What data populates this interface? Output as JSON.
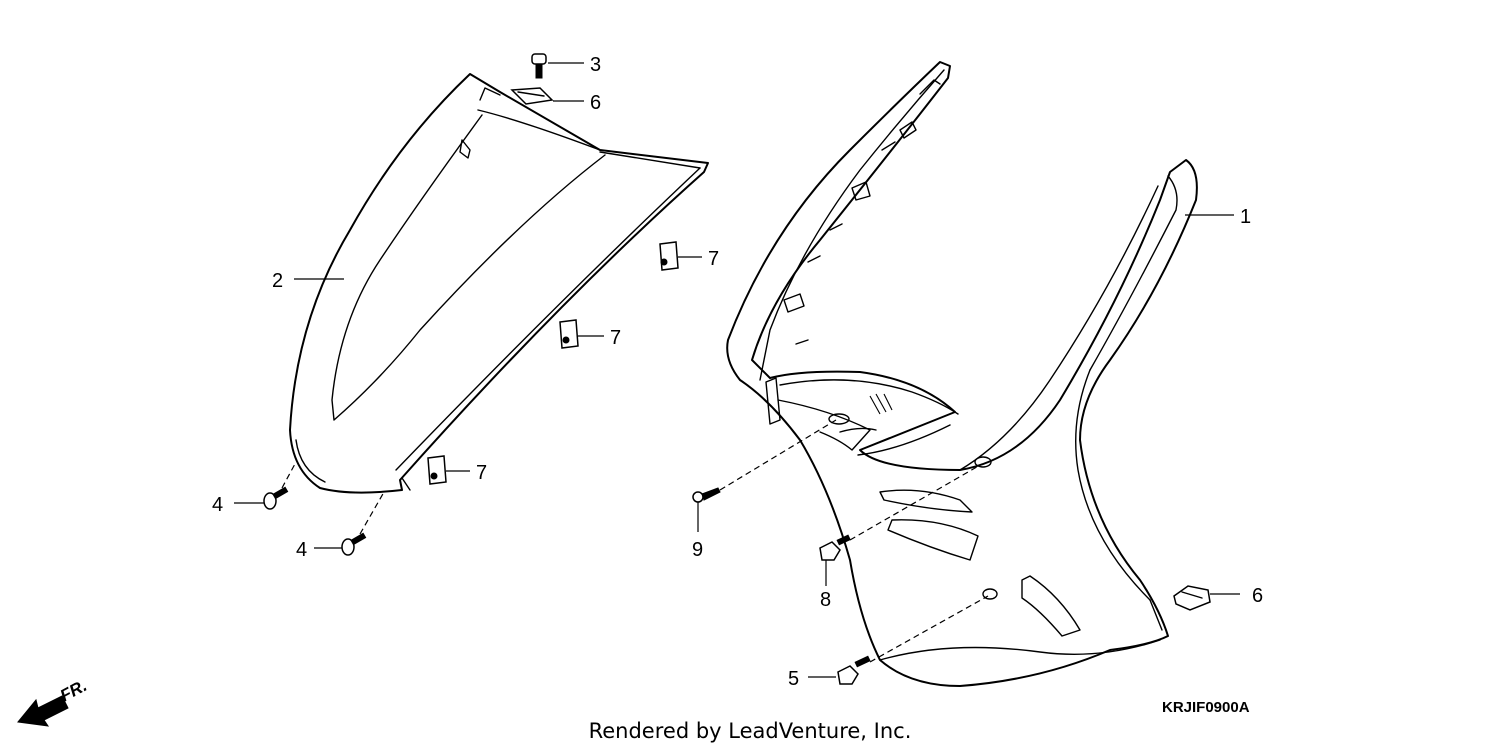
{
  "diagram": {
    "callouts": [
      {
        "id": "c1",
        "label": "1"
      },
      {
        "id": "c2",
        "label": "2"
      },
      {
        "id": "c3",
        "label": "3"
      },
      {
        "id": "c4a",
        "label": "4"
      },
      {
        "id": "c4b",
        "label": "4"
      },
      {
        "id": "c5",
        "label": "5"
      },
      {
        "id": "c6a",
        "label": "6"
      },
      {
        "id": "c6b",
        "label": "6"
      },
      {
        "id": "c7a",
        "label": "7"
      },
      {
        "id": "c7b",
        "label": "7"
      },
      {
        "id": "c7c",
        "label": "7"
      },
      {
        "id": "c8",
        "label": "8"
      },
      {
        "id": "c9",
        "label": "9"
      }
    ],
    "diagram_code": "KRJIF0900A",
    "direction_label": "FR.",
    "credit": "Rendered by LeadVenture, Inc."
  }
}
